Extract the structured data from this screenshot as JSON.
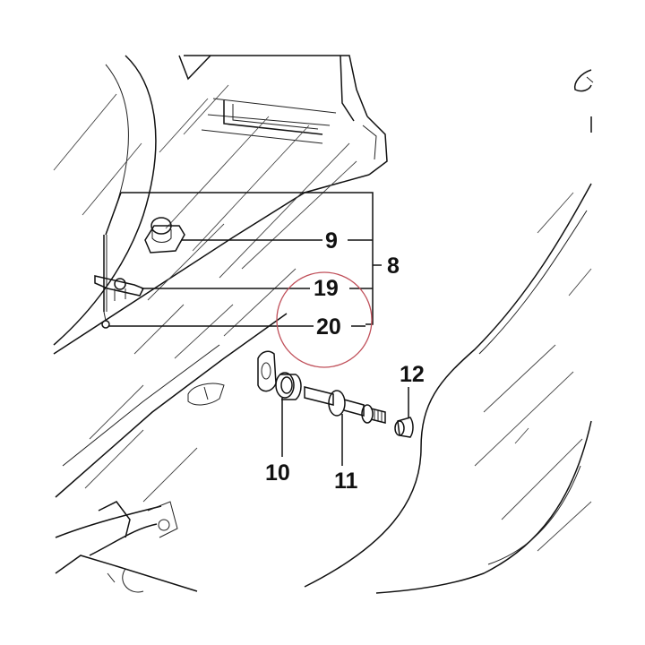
{
  "diagram": {
    "callouts": {
      "c8": "8",
      "c9": "9",
      "c10": "10",
      "c11": "11",
      "c12": "12",
      "c19": "19",
      "c20": "20"
    },
    "colors": {
      "line": "#111111",
      "highlight_circle": "#c0505a",
      "background": "#ffffff"
    },
    "highlighted_callout": "20"
  }
}
